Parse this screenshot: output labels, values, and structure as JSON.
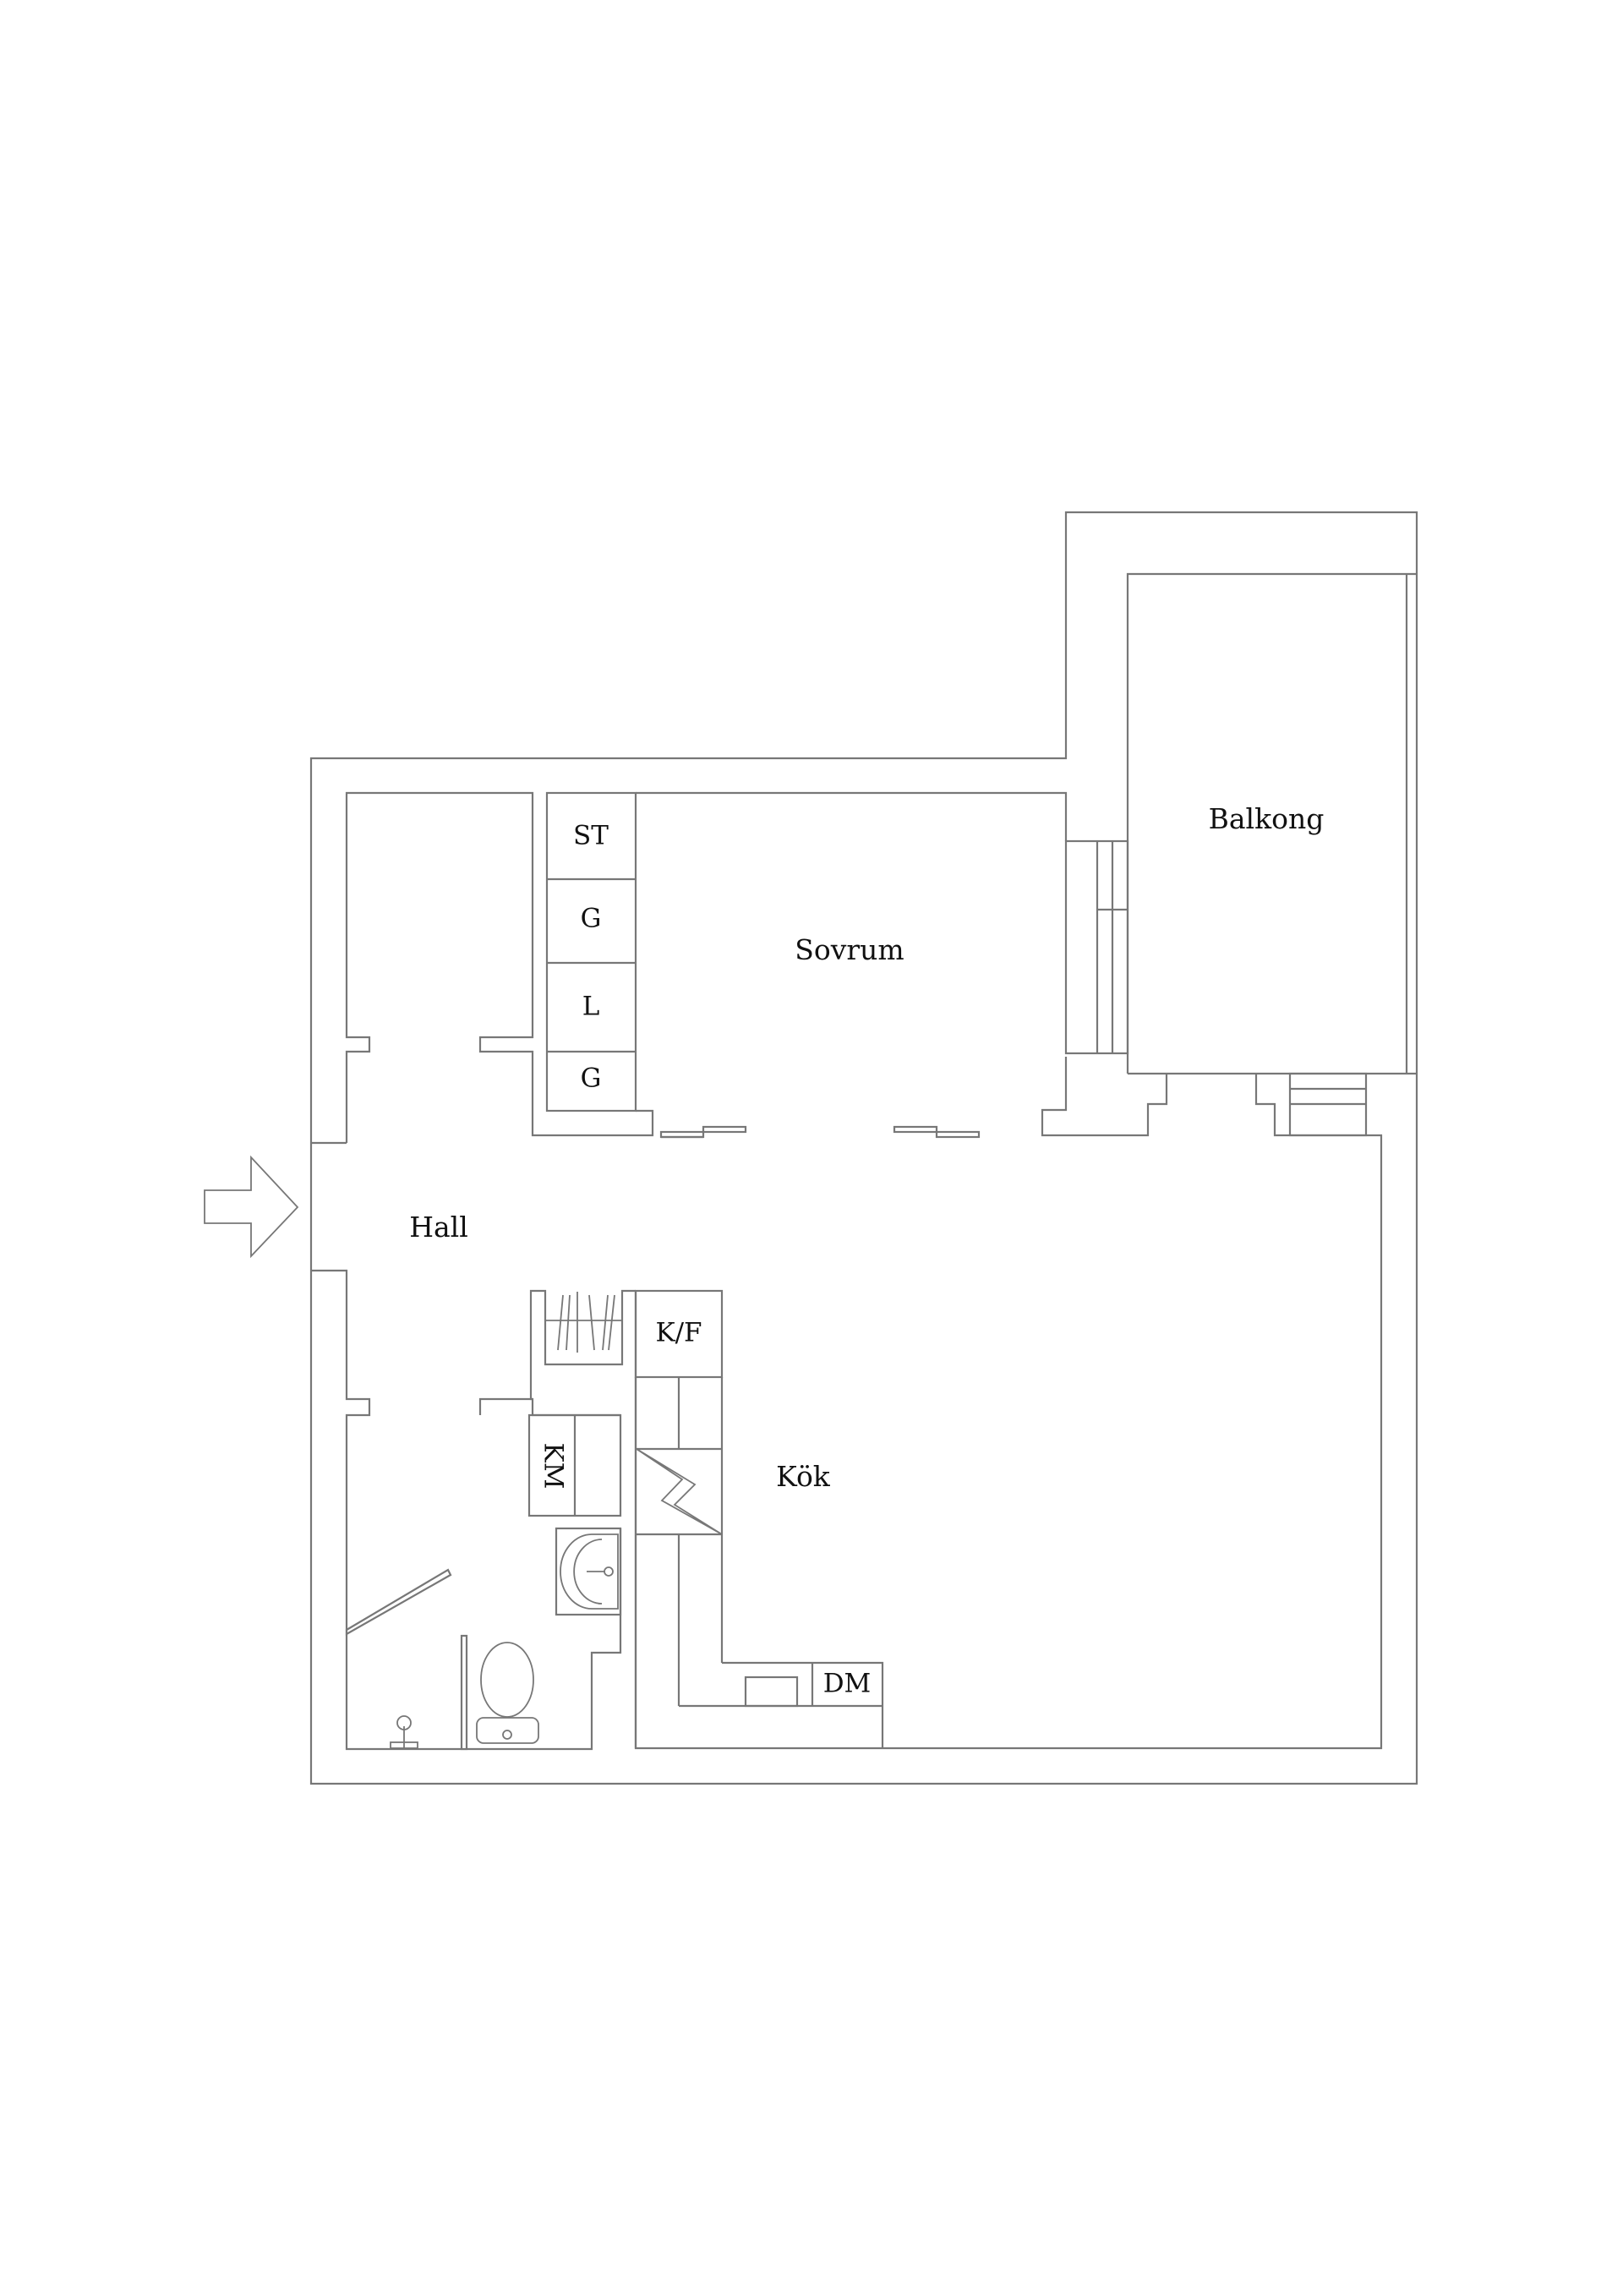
{
  "plan": {
    "rooms": [
      {
        "id": "hall",
        "label": "Hall"
      },
      {
        "id": "sovrum",
        "label": "Sovrum"
      },
      {
        "id": "balkong",
        "label": "Balkong"
      },
      {
        "id": "kok",
        "label": "Kök"
      }
    ],
    "fixtures": {
      "closet_st": "ST",
      "closet_g1": "G",
      "closet_l": "L",
      "closet_g2": "G",
      "fridge_freezer": "K/F",
      "washing_machine": "KM",
      "dishwasher": "DM"
    },
    "entrance_icon": "entrance-arrow-icon",
    "colors": {
      "line": "#777777",
      "text": "#111111",
      "background": "#ffffff"
    }
  }
}
